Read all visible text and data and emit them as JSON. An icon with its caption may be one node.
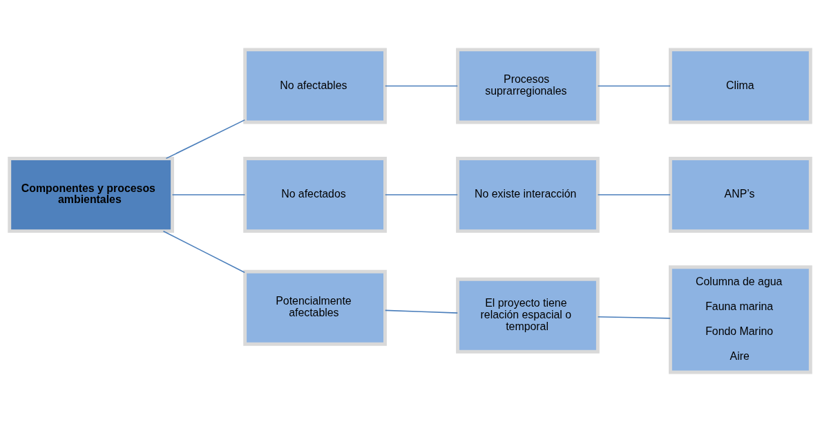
{
  "diagram": {
    "nodes": [
      {
        "text": [
          "Componentes y procesos ambientales"
        ]
      },
      {
        "text": [
          "No afectables"
        ]
      },
      {
        "text": [
          "Procesos suprarregionales"
        ]
      },
      {
        "text": [
          "Clima"
        ]
      },
      {
        "text": [
          "No afectados"
        ]
      },
      {
        "text": [
          "No existe interacción"
        ]
      },
      {
        "text": [
          "ANP’s"
        ]
      },
      {
        "text": [
          "Potencialmente afectables"
        ]
      },
      {
        "text": [
          "El proyecto tiene relación espacial o temporal"
        ]
      },
      {
        "text": [
          "Columna de agua",
          "Fauna marina",
          "Fondo Marino",
          "Aire"
        ]
      }
    ],
    "edges": [
      {
        "from": 0,
        "to": 1,
        "arrow": "none"
      },
      {
        "from": 0,
        "to": 4,
        "arrow": "none"
      },
      {
        "from": 0,
        "to": 7,
        "arrow": "none"
      },
      {
        "from": 1,
        "to": 2,
        "arrow": "none"
      },
      {
        "from": 2,
        "to": 3,
        "arrow": "none"
      },
      {
        "from": 4,
        "to": 5,
        "arrow": "none"
      },
      {
        "from": 5,
        "to": 6,
        "arrow": "none"
      },
      {
        "from": 7,
        "to": 8,
        "arrow": "none"
      },
      {
        "from": 8,
        "to": 9,
        "arrow": "none"
      }
    ]
  }
}
